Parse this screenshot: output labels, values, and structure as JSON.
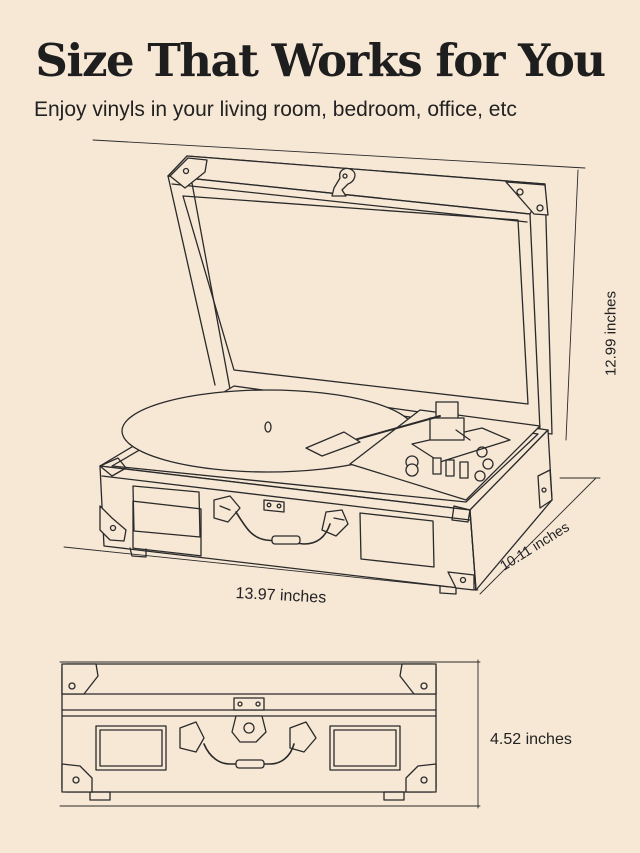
{
  "header": {
    "title": "Size That Works for You",
    "subtitle": "Enjoy vinyls in your living room, bedroom, office, etc"
  },
  "dimensions": {
    "width": "13.97 inches",
    "height": "12.99 inches",
    "depth": "10.11 inches",
    "closed_height": "4.52 inches"
  },
  "colors": {
    "background": "#f7e8d6",
    "line": "#2a2a2a"
  }
}
